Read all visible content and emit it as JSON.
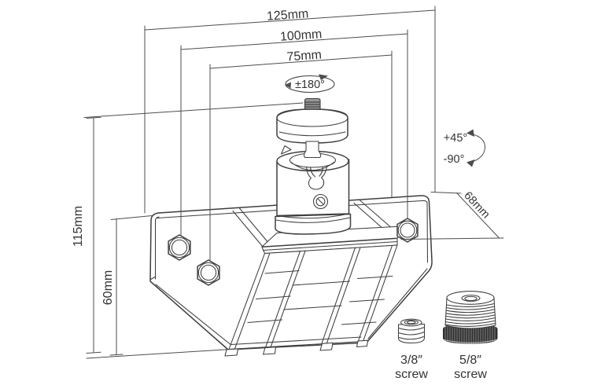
{
  "diagram": {
    "type": "technical-drawing",
    "subject": "wall mount bracket with ball head",
    "labels": {
      "dim_width_outer": "125mm",
      "dim_width_mid": "100mm",
      "dim_width_inner": "75mm",
      "dim_height_total": "115mm",
      "dim_height_plate": "60mm",
      "dim_depth": "68mm",
      "rotation_pan": "±180°",
      "tilt_up": "+45°",
      "tilt_down": "-90°"
    },
    "accessories": {
      "screw_small": {
        "size": "3/8″",
        "word": "screw"
      },
      "screw_large": {
        "size": "5/8″",
        "word": "screw"
      }
    },
    "colors": {
      "line": "#3e3e3e",
      "dim": "#4d4d4d",
      "text": "#333333",
      "knurl": "#2e2e2e",
      "stud": "#979797",
      "background": "#ffffff"
    }
  }
}
